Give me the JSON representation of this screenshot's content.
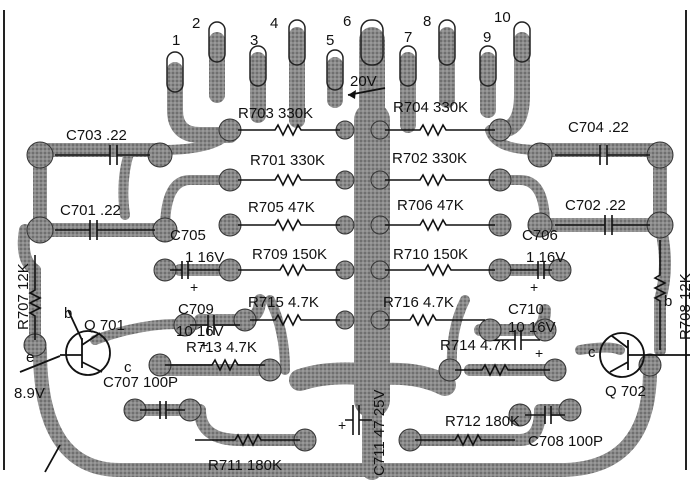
{
  "pins": [
    "1",
    "2",
    "3",
    "4",
    "5",
    "6",
    "7",
    "8",
    "9",
    "10"
  ],
  "supply_20v": "20V",
  "resistors": {
    "r703": "R703 330K",
    "r704": "R704 330K",
    "r701": "R701 330K",
    "r702": "R702 330K",
    "r705": "R705 47K",
    "r706": "R706 47K",
    "r709": "R709 150K",
    "r710": "R710 150K",
    "r715": "R715 4.7K",
    "r716": "R716 4.7K",
    "r713": "R713 4.7K",
    "r714": "R714 4.7K",
    "r712": "R712 180K",
    "r711": "R711 180K",
    "r707": "R707 12K",
    "r708": "R708 12K"
  },
  "capacitors": {
    "c703": "C703 .22",
    "c704": "C704 .22",
    "c701": "C701 .22",
    "c702": "C702 .22",
    "c705": "C705",
    "c705_value": "1 16V",
    "c706": "C706",
    "c706_value": "1 16V",
    "c709": "C709",
    "c709_value": "10 16V",
    "c710": "C710",
    "c710_value": "10 16V",
    "c707": "C707 100P",
    "c708": "C708 100P",
    "c711": "C711 47 25V"
  },
  "transistors": {
    "q701": "Q 701",
    "q702": "Q 702",
    "b": "b",
    "e": "e",
    "c": "c"
  },
  "voltage_89": "8.9V"
}
